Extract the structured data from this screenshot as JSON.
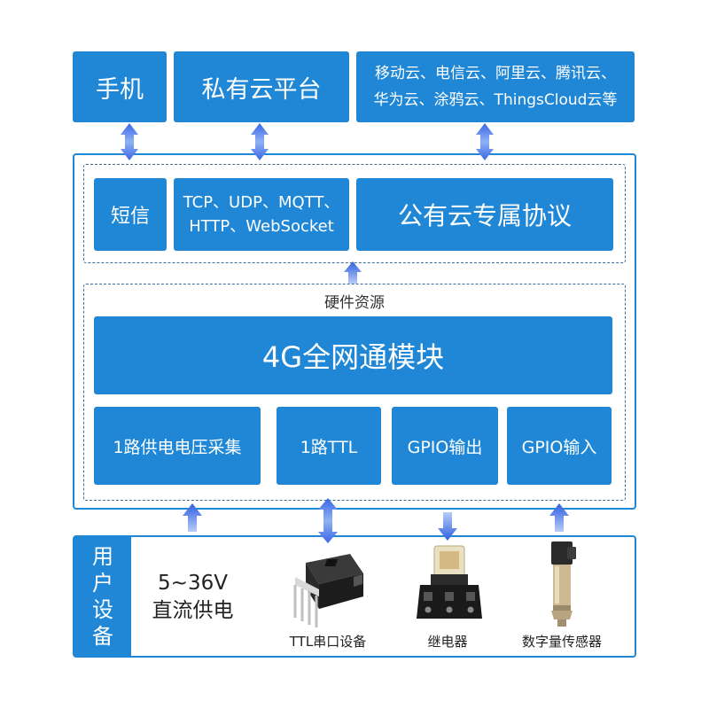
{
  "top": {
    "phone": "手机",
    "private_cloud": "私有云平台",
    "public_clouds_line1": "移动云、电信云、阿里云、腾讯云、",
    "public_clouds_line2": "华为云、涂鸦云、ThingsCloud云等"
  },
  "protocols": {
    "sms": "短信",
    "net_line1": "TCP、UDP、MQTT、",
    "net_line2": "HTTP、WebSocket",
    "public_protocol": "公有云专属协议"
  },
  "hardware": {
    "label": "硬件资源",
    "module": "4G全网通模块",
    "resources": [
      "1路供电电压采集",
      "1路TTL",
      "GPIO输出",
      "GPIO输入"
    ]
  },
  "user_devices": {
    "label_chars": [
      "用",
      "户",
      "设",
      "备"
    ],
    "power_line1": "5~36V",
    "power_line2": "直流供电",
    "devices": [
      "TTL串口设备",
      "继电器",
      "数字量传感器"
    ]
  },
  "colors": {
    "accent": "#1f87d6",
    "arrow": "#2e6fe0",
    "dashed_border": "#3d6c94"
  }
}
